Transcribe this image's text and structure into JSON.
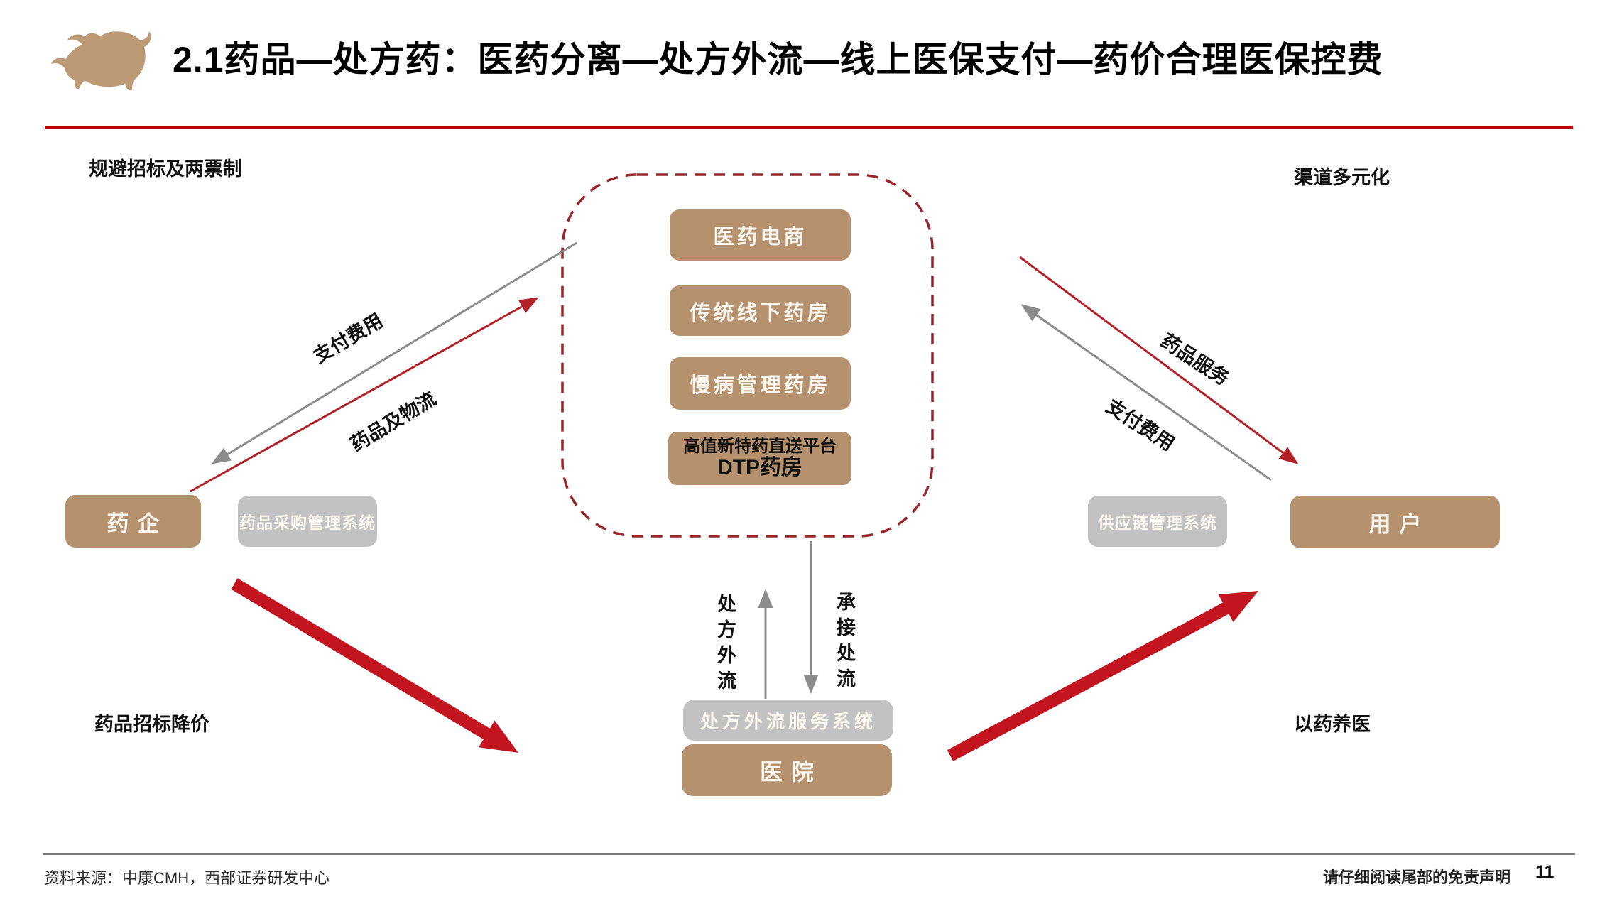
{
  "slide": {
    "title": "2.1药品—处方药：医药分离—处方外流—线上医保支付—药价合理医保控费",
    "page_number": "11",
    "footer_source": "资料来源：中康CMH，西部证券研发中心",
    "footer_disclaimer": "请仔细阅读尾部的免责声明",
    "logo_icon": "bull-logo"
  },
  "corner_labels": {
    "top_left": "规避招标及两票制",
    "top_right": "渠道多元化",
    "bottom_left": "药品招标降价",
    "bottom_right": "以药养医"
  },
  "nodes": {
    "pharma": "药企",
    "procurement_system": "药品采购管理系统",
    "supply_chain_system": "供应链管理系统",
    "user": "用户",
    "hospital": "医院",
    "rx_outflow_system": "处方外流服务系统",
    "channels": [
      "医药电商",
      "传统线下药房",
      "慢病管理药房"
    ],
    "dtp_line1": "高值新特药直送平台",
    "dtp_line2": "DTP药房"
  },
  "arrow_labels": {
    "left_gray": "支付费用",
    "left_red": "药品及物流",
    "right_red": "药品服务",
    "right_gray": "支付费用",
    "vertical_up": "处方外流",
    "vertical_down": "承接处流"
  },
  "colors": {
    "tan_box": "#b5916d",
    "gray_box": "#c2c2c2",
    "title_rule_red": "#c00000",
    "thin_red_arrow": "#b22028",
    "thick_red_arrow": "#c2151f",
    "dashed_border_red": "#96262a",
    "gray_arrow": "#8c8c8c",
    "footer_rule_gray": "#7f7f7f",
    "bull_logo": "#bd9a76"
  }
}
